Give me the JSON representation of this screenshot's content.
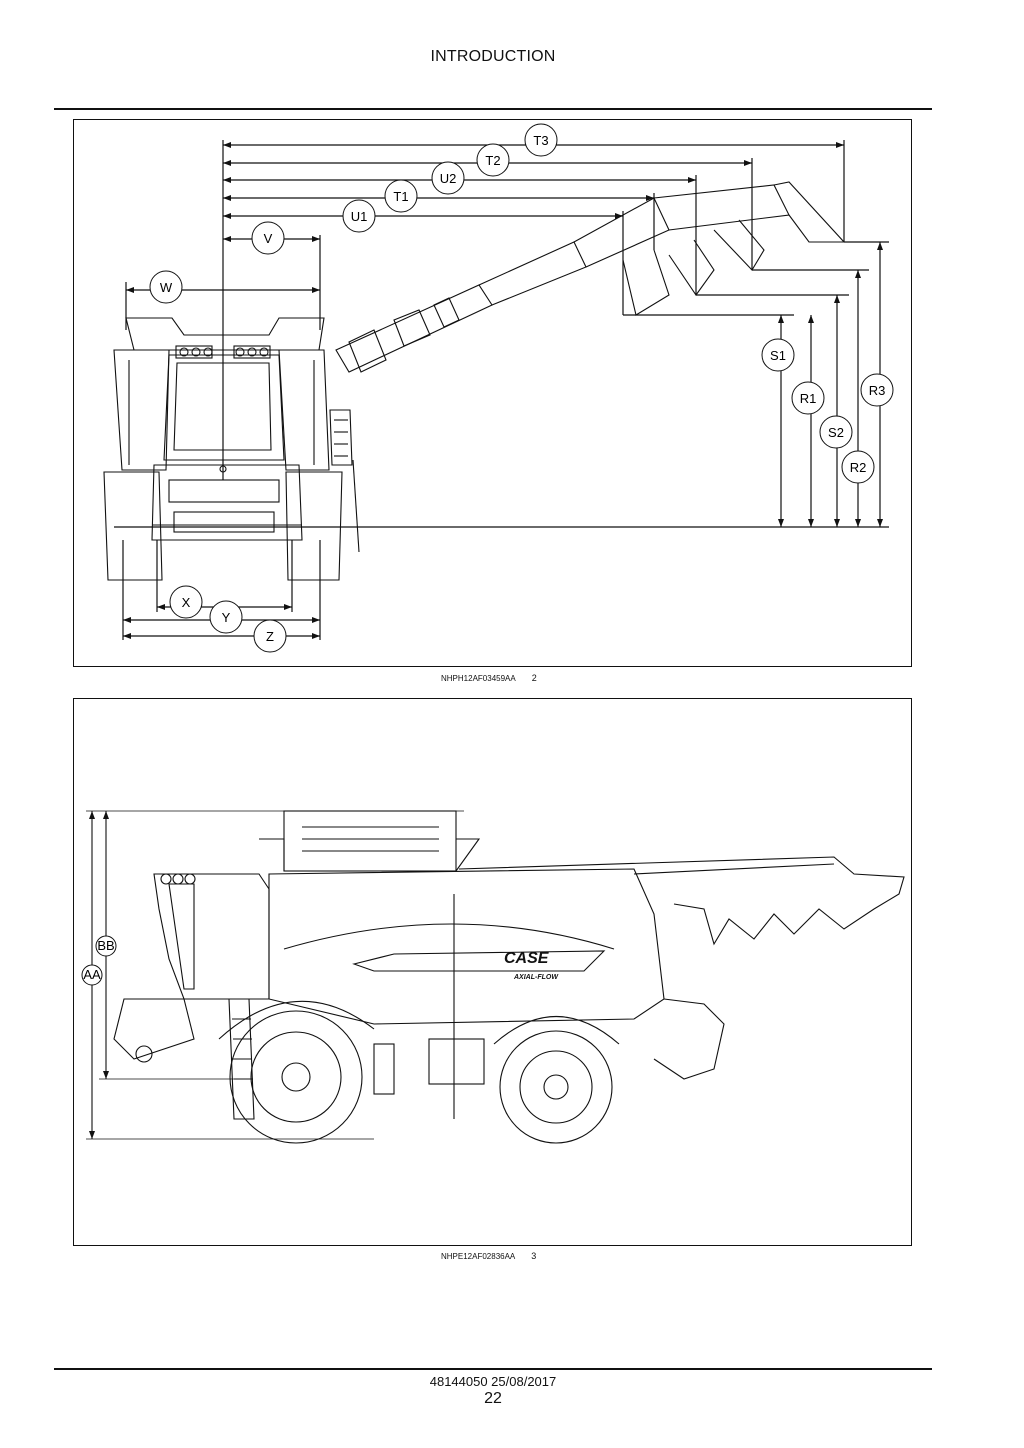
{
  "header": {
    "title": "INTRODUCTION"
  },
  "figures": [
    {
      "code": "NHPH12AF03459AA",
      "number": "2",
      "labels": [
        "T3",
        "T2",
        "U2",
        "T1",
        "U1",
        "V",
        "W",
        "S1",
        "R1",
        "R3",
        "S2",
        "R2",
        "X",
        "Y",
        "Z"
      ]
    },
    {
      "code": "NHPE12AF02836AA",
      "number": "3",
      "labels": [
        "BB",
        "AA"
      ],
      "brand_text": "CASE",
      "brand_subtext": "AXIAL-FLOW"
    }
  ],
  "footer": {
    "doc_id": "48144050 25/08/2017",
    "page": "22"
  }
}
